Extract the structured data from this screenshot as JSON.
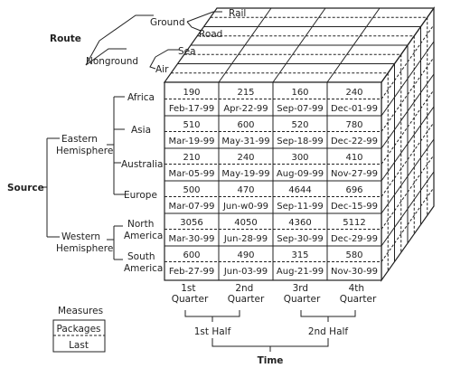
{
  "route": {
    "title": "Route",
    "ground": "Ground",
    "nonground": "Nonground",
    "rail": "Rail",
    "road": "Road",
    "sea": "Sea",
    "air": "Air"
  },
  "source": {
    "title": "Source",
    "eastern": [
      "Eastern",
      "Hemisphere"
    ],
    "western": [
      "Western",
      "Hemisphere"
    ],
    "regions": [
      {
        "lines": [
          "Africa"
        ]
      },
      {
        "lines": [
          "Asia"
        ]
      },
      {
        "lines": [
          "Australia"
        ]
      },
      {
        "lines": [
          "Europe"
        ]
      },
      {
        "lines": [
          "North",
          "America"
        ]
      },
      {
        "lines": [
          "South",
          "America"
        ]
      }
    ]
  },
  "grid": {
    "rows": [
      {
        "packages": [
          "190",
          "215",
          "160",
          "240"
        ],
        "last": [
          "Feb-17-99",
          "Apr-22-99",
          "Sep-07-99",
          "Dec-01-99"
        ]
      },
      {
        "packages": [
          "510",
          "600",
          "520",
          "780"
        ],
        "last": [
          "Mar-19-99",
          "May-31-99",
          "Sep-18-99",
          "Dec-22-99"
        ]
      },
      {
        "packages": [
          "210",
          "240",
          "300",
          "410"
        ],
        "last": [
          "Mar-05-99",
          "May-19-99",
          "Aug-09-99",
          "Nov-27-99"
        ]
      },
      {
        "packages": [
          "500",
          "470",
          "4644",
          "696"
        ],
        "last": [
          "Mar-07-99",
          "Jun-w0-99",
          "Sep-11-99",
          "Dec-15-99"
        ]
      },
      {
        "packages": [
          "3056",
          "4050",
          "4360",
          "5112"
        ],
        "last": [
          "Mar-30-99",
          "Jun-28-99",
          "Sep-30-99",
          "Dec-29-99"
        ]
      },
      {
        "packages": [
          "600",
          "490",
          "315",
          "580"
        ],
        "last": [
          "Feb-27-99",
          "Jun-03-99",
          "Aug-21-99",
          "Nov-30-99"
        ]
      }
    ]
  },
  "time": {
    "title": "Time",
    "quarters": [
      [
        "1st",
        "Quarter"
      ],
      [
        "2nd",
        "Quarter"
      ],
      [
        "3rd",
        "Quarter"
      ],
      [
        "4th",
        "Quarter"
      ]
    ],
    "halves": [
      "1st Half",
      "2nd Half"
    ]
  },
  "measures": {
    "title": "Measures",
    "items": [
      "Packages",
      "Last"
    ]
  }
}
